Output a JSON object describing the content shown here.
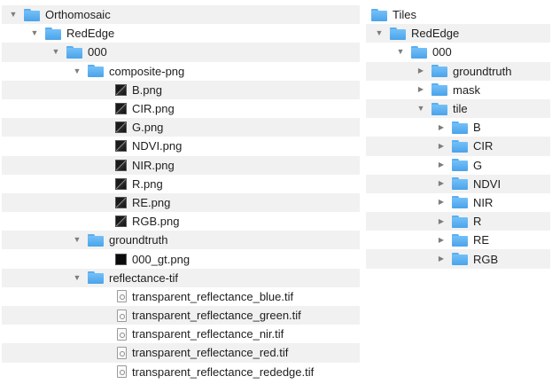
{
  "left": {
    "rows": [
      {
        "label": "Orthomosaic",
        "type": "folder",
        "disclosure": "open"
      },
      {
        "label": "RedEdge",
        "type": "folder",
        "disclosure": "open"
      },
      {
        "label": "000",
        "type": "folder",
        "disclosure": "open"
      },
      {
        "label": "composite-png",
        "type": "folder",
        "disclosure": "open"
      },
      {
        "label": "B.png",
        "type": "png",
        "disclosure": "none"
      },
      {
        "label": "CIR.png",
        "type": "png",
        "disclosure": "none"
      },
      {
        "label": "G.png",
        "type": "png",
        "disclosure": "none"
      },
      {
        "label": "NDVI.png",
        "type": "png",
        "disclosure": "none"
      },
      {
        "label": "NIR.png",
        "type": "png",
        "disclosure": "none"
      },
      {
        "label": "R.png",
        "type": "png",
        "disclosure": "none"
      },
      {
        "label": "RE.png",
        "type": "png",
        "disclosure": "none"
      },
      {
        "label": "RGB.png",
        "type": "png",
        "disclosure": "none"
      },
      {
        "label": "groundtruth",
        "type": "folder",
        "disclosure": "open"
      },
      {
        "label": "000_gt.png",
        "type": "png-solid",
        "disclosure": "none"
      },
      {
        "label": "reflectance-tif",
        "type": "folder",
        "disclosure": "open"
      },
      {
        "label": "transparent_reflectance_blue.tif",
        "type": "tif",
        "disclosure": "none"
      },
      {
        "label": "transparent_reflectance_green.tif",
        "type": "tif",
        "disclosure": "none"
      },
      {
        "label": "transparent_reflectance_nir.tif",
        "type": "tif",
        "disclosure": "none"
      },
      {
        "label": "transparent_reflectance_red.tif",
        "type": "tif",
        "disclosure": "none"
      },
      {
        "label": "transparent_reflectance_rededge.tif",
        "type": "tif",
        "disclosure": "none"
      }
    ]
  },
  "right": {
    "rows": [
      {
        "label": "Tiles",
        "type": "folder",
        "disclosure": "none"
      },
      {
        "label": "RedEdge",
        "type": "folder",
        "disclosure": "open"
      },
      {
        "label": "000",
        "type": "folder",
        "disclosure": "open"
      },
      {
        "label": "groundtruth",
        "type": "folder",
        "disclosure": "closed"
      },
      {
        "label": "mask",
        "type": "folder",
        "disclosure": "closed"
      },
      {
        "label": "tile",
        "type": "folder",
        "disclosure": "open"
      },
      {
        "label": "B",
        "type": "folder",
        "disclosure": "closed"
      },
      {
        "label": "CIR",
        "type": "folder",
        "disclosure": "closed"
      },
      {
        "label": "G",
        "type": "folder",
        "disclosure": "closed"
      },
      {
        "label": "NDVI",
        "type": "folder",
        "disclosure": "closed"
      },
      {
        "label": "NIR",
        "type": "folder",
        "disclosure": "closed"
      },
      {
        "label": "R",
        "type": "folder",
        "disclosure": "closed"
      },
      {
        "label": "RE",
        "type": "folder",
        "disclosure": "closed"
      },
      {
        "label": "RGB",
        "type": "folder",
        "disclosure": "closed"
      }
    ]
  }
}
